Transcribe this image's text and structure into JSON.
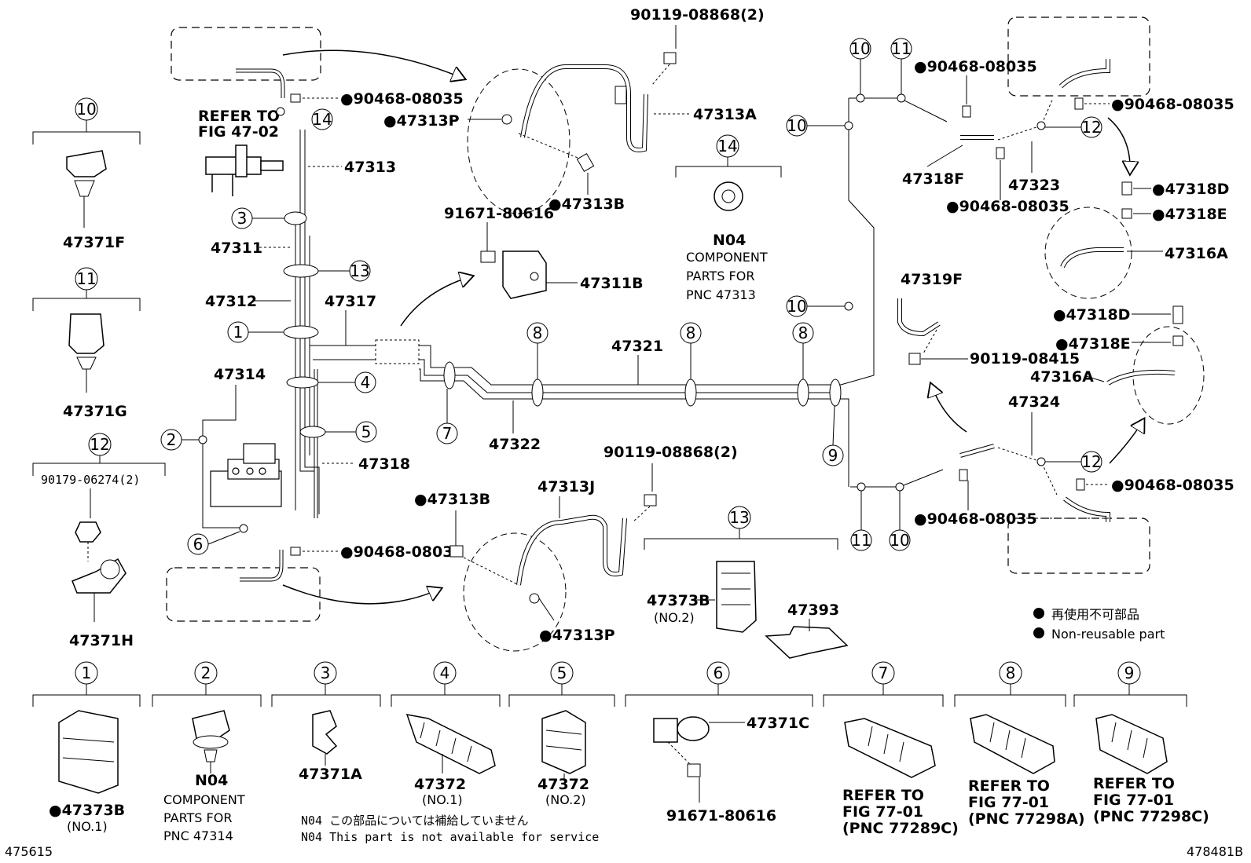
{
  "diagram": {
    "corner_left_id": "475615",
    "corner_right_id": "478481B",
    "legend": {
      "jp": "再使用不可部品",
      "en": "Non-reusable part"
    },
    "note": {
      "jp": "N04 この部品については補給していません",
      "en": "N04 This part is not available for service"
    },
    "refer_fig_47_02": [
      "REFER TO",
      "FIG 47-02"
    ],
    "callout_numbers": [
      "1",
      "2",
      "3",
      "4",
      "5",
      "6",
      "7",
      "8",
      "9",
      "10",
      "11",
      "12",
      "13",
      "14"
    ],
    "main_labels": {
      "p90119_08868_top": "90119-08868(2)",
      "p90468_08035_tl": "●90468-08035",
      "p47313P_top": "●47313P",
      "p47313A": "47313A",
      "p47313": "47313",
      "p47313B_top": "●47313B",
      "p47311": "47311",
      "p91671_80616": "91671-80616",
      "p47311B": "47311B",
      "p47312": "47312",
      "p47317": "47317",
      "p47321": "47321",
      "p47314": "47314",
      "p47318": "47318",
      "p47322": "47322",
      "p90119_08868_bot": "90119-08868(2)",
      "p47313J": "47313J",
      "p47313B_bot": "●47313B",
      "p90468_08035_bl": "●90468-08035",
      "p47313P_bot": "●47313P",
      "p47373B_no2": "47373B",
      "p47373B_no2_sub": "(NO.2)",
      "p47393": "47393",
      "n04_14": "N04",
      "n04_14_desc": [
        "COMPONENT",
        "PARTS FOR",
        "PNC 47313"
      ],
      "r_90468_08035_a": "●90468-08035",
      "r_90468_08035_b": "●90468-08035",
      "r_90468_08035_c": "●90468-08035",
      "r_90468_08035_d": "●90468-08035",
      "r_90468_08035_e": "●90468-08035",
      "r_47318F": "47318F",
      "r_47323": "47323",
      "r_47318D_a": "●47318D",
      "r_47318E_a": "●47318E",
      "r_47316A_a": "47316A",
      "r_47319F": "47319F",
      "r_90119_08415": "90119-08415",
      "r_47318D_b": "●47318D",
      "r_47318E_b": "●47318E",
      "r_47316A_b": "47316A",
      "r_47324": "47324"
    },
    "side_parts": {
      "p47371F": "47371F",
      "p47371G": "47371G",
      "p90179_06274": "90179-06274(2)",
      "p47371H": "47371H"
    },
    "bottom_parts": {
      "b1_label": "●47373B",
      "b1_sub": "(NO.1)",
      "b2_label": "N04",
      "b2_desc": [
        "COMPONENT",
        "PARTS FOR",
        "PNC 47314"
      ],
      "b3_label": "47371A",
      "b4_label": "47372",
      "b4_sub": "(NO.1)",
      "b5_label": "47372",
      "b5_sub": "(NO.2)",
      "b6_label_a": "47371C",
      "b6_label_b": "91671-80616",
      "b7_ref": [
        "REFER TO",
        "FIG 77-01",
        "(PNC 77289C)"
      ],
      "b8_ref": [
        "REFER TO",
        "FIG 77-01",
        "(PNC 77298A)"
      ],
      "b9_ref": [
        "REFER TO",
        "FIG 77-01",
        "(PNC 77298C)"
      ]
    }
  }
}
